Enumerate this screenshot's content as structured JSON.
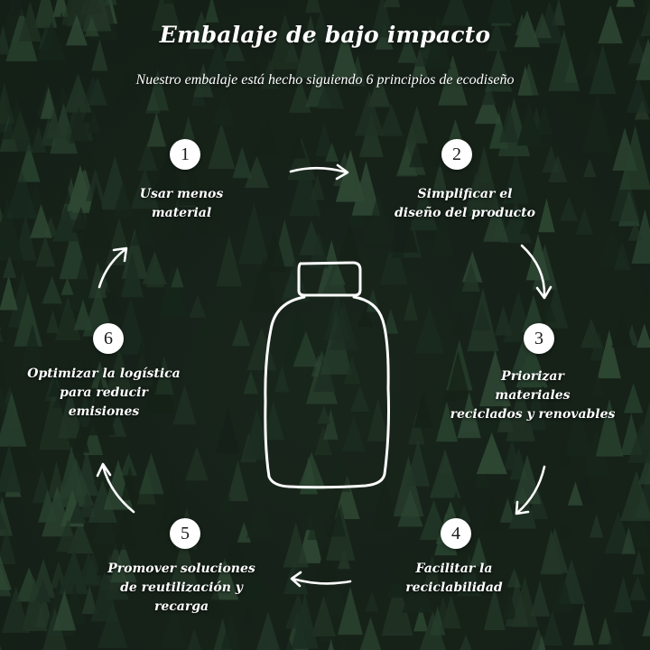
{
  "header": {
    "title": "Embalaje de bajo impacto",
    "subtitle": "Nuestro embalaje está hecho siguiendo 6 principios de ecodiseño"
  },
  "principles": [
    {
      "number": "1",
      "lines": [
        "Usar menos",
        "material"
      ]
    },
    {
      "number": "2",
      "lines": [
        "Simplificar el",
        "diseño del producto"
      ]
    },
    {
      "number": "3",
      "lines": [
        "Priorizar",
        "materiales",
        "reciclados y renovables"
      ]
    },
    {
      "number": "4",
      "lines": [
        "Facilitar la",
        "reciclabilidad"
      ]
    },
    {
      "number": "5",
      "lines": [
        "Promover soluciones",
        "de reutilización y",
        "recarga"
      ]
    },
    {
      "number": "6",
      "lines": [
        "Optimizar la logística",
        "para reducir",
        "emisiones"
      ]
    }
  ],
  "illustration": {
    "icon": "bottle-icon"
  },
  "colors": {
    "background": "#1d2c21",
    "text": "#ffffff",
    "badge": "#ffffff",
    "badge_text": "#1a1a1a"
  }
}
